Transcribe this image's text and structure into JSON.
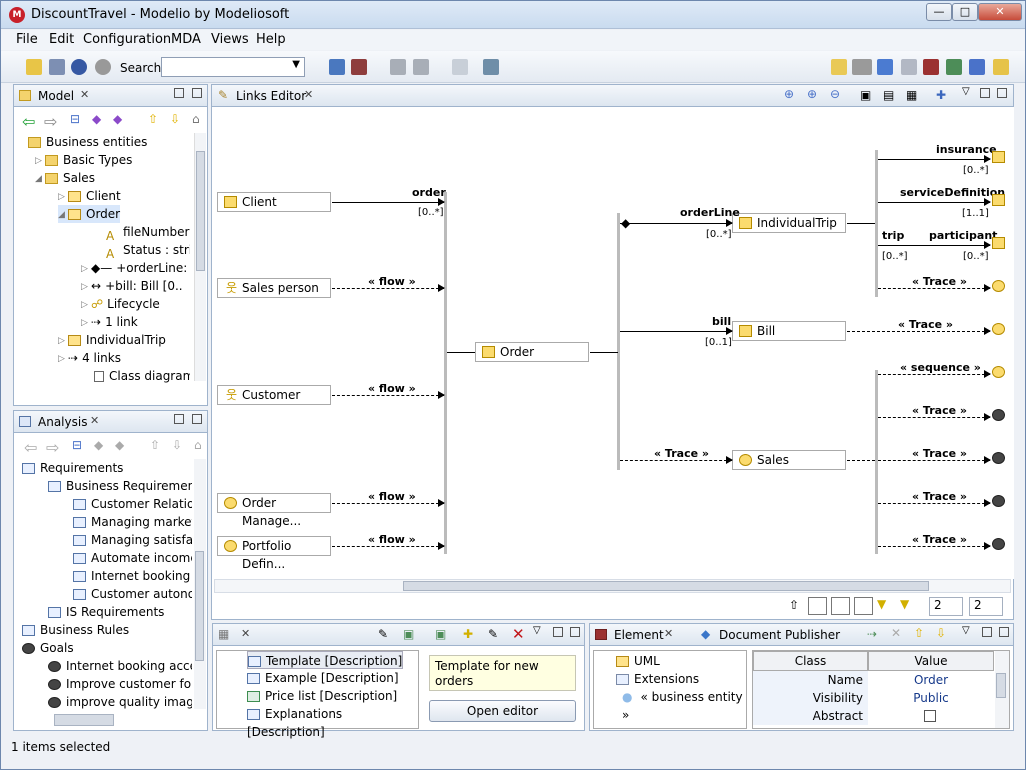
{
  "window": {
    "title": "DiscountTravel - Modelio by Modeliosoft",
    "icon": "modelio-icon"
  },
  "menu": [
    "File",
    "Edit",
    "Configuration",
    "MDA",
    "Views",
    "Help"
  ],
  "toolbar": {
    "search_label": "Search:",
    "search_value": ""
  },
  "model_panel": {
    "tab": "Model",
    "tree": [
      {
        "label": "Business entities",
        "icon": "folder-icon"
      },
      {
        "label": "Basic Types",
        "icon": "folder-icon"
      },
      {
        "label": "Sales",
        "icon": "folder-icon"
      },
      {
        "label": "Client",
        "icon": "class-icon"
      },
      {
        "label": "Order",
        "icon": "class-icon"
      },
      {
        "label": "fileNumber :",
        "icon": "attribute-icon"
      },
      {
        "label": "Status : string",
        "icon": "attribute-icon"
      },
      {
        "label": "+orderLine: I",
        "icon": "composition-icon"
      },
      {
        "label": "+bill: Bill [0..",
        "icon": "association-icon"
      },
      {
        "label": "Lifecycle",
        "icon": "state-machine-icon"
      },
      {
        "label": "1 link",
        "icon": "link-icon"
      },
      {
        "label": "IndividualTrip",
        "icon": "class-icon"
      },
      {
        "label": "4 links",
        "icon": "link-icon"
      },
      {
        "label": "Class diagram",
        "icon": "diagram-icon"
      }
    ]
  },
  "analysis_panel": {
    "tab": "Analysis",
    "tree": [
      {
        "label": "Requirements",
        "icon": "requirement-folder-icon"
      },
      {
        "label": "Business Requirements",
        "icon": "requirement-folder-icon"
      },
      {
        "label": "Customer Relation",
        "icon": "requirement-icon"
      },
      {
        "label": "Managing market",
        "icon": "requirement-icon"
      },
      {
        "label": "Managing satisfac",
        "icon": "requirement-icon"
      },
      {
        "label": "Automate income",
        "icon": "requirement-icon"
      },
      {
        "label": "Internet booking a",
        "icon": "requirement-icon"
      },
      {
        "label": "Customer autonor",
        "icon": "requirement-icon"
      },
      {
        "label": "IS Requirements",
        "icon": "requirement-folder-icon"
      },
      {
        "label": "Business Rules",
        "icon": "rules-icon"
      },
      {
        "label": "Goals",
        "icon": "goal-folder-icon"
      },
      {
        "label": "Internet booking acces",
        "icon": "goal-icon"
      },
      {
        "label": "Improve customer follo",
        "icon": "goal-icon"
      },
      {
        "label": "improve quality image",
        "icon": "goal-icon"
      }
    ]
  },
  "editor": {
    "tab": "Links Editor",
    "spinner1": "2",
    "spinner2": "2"
  },
  "diagram": {
    "left_nodes": [
      "Client",
      "Sales person",
      "Customer",
      "Order Manage...",
      "Portfolio Defin..."
    ],
    "center": "Order",
    "right_nodes": [
      "IndividualTrip",
      "Bill",
      "Sales"
    ],
    "labels": {
      "order": "order",
      "order_mult": "[0..*]",
      "flow": "« flow »",
      "orderLine": "orderLine",
      "orderLine_mult": "[0..*]",
      "bill": "bill",
      "bill_mult": "[0..1]",
      "trace": "« Trace »",
      "insurance": "insurance",
      "insurance_mult": "[0..*]",
      "serviceDefinition": "serviceDefinition",
      "service_mult": "[1..1]",
      "trip": "trip",
      "participant": "participant",
      "trip_mult": "[0..*]",
      "participant_mult": "[0..*]",
      "sequence": "« sequence »"
    }
  },
  "templates": {
    "items": [
      "Template [Description]",
      "Example [Description]",
      "Price list [Description]",
      "Explanations [Description]"
    ],
    "info": "Template for new orders",
    "button": "Open editor"
  },
  "element_panel": {
    "tab": "Element",
    "tab2": "Document Publisher",
    "tree": [
      "UML",
      "Extensions",
      "« business entity »"
    ],
    "cols": [
      "Class",
      "Value"
    ],
    "rows": [
      [
        "Name",
        "Order"
      ],
      [
        "Visibility",
        "Public"
      ],
      [
        "Abstract",
        ""
      ]
    ]
  },
  "status": "1 items selected"
}
